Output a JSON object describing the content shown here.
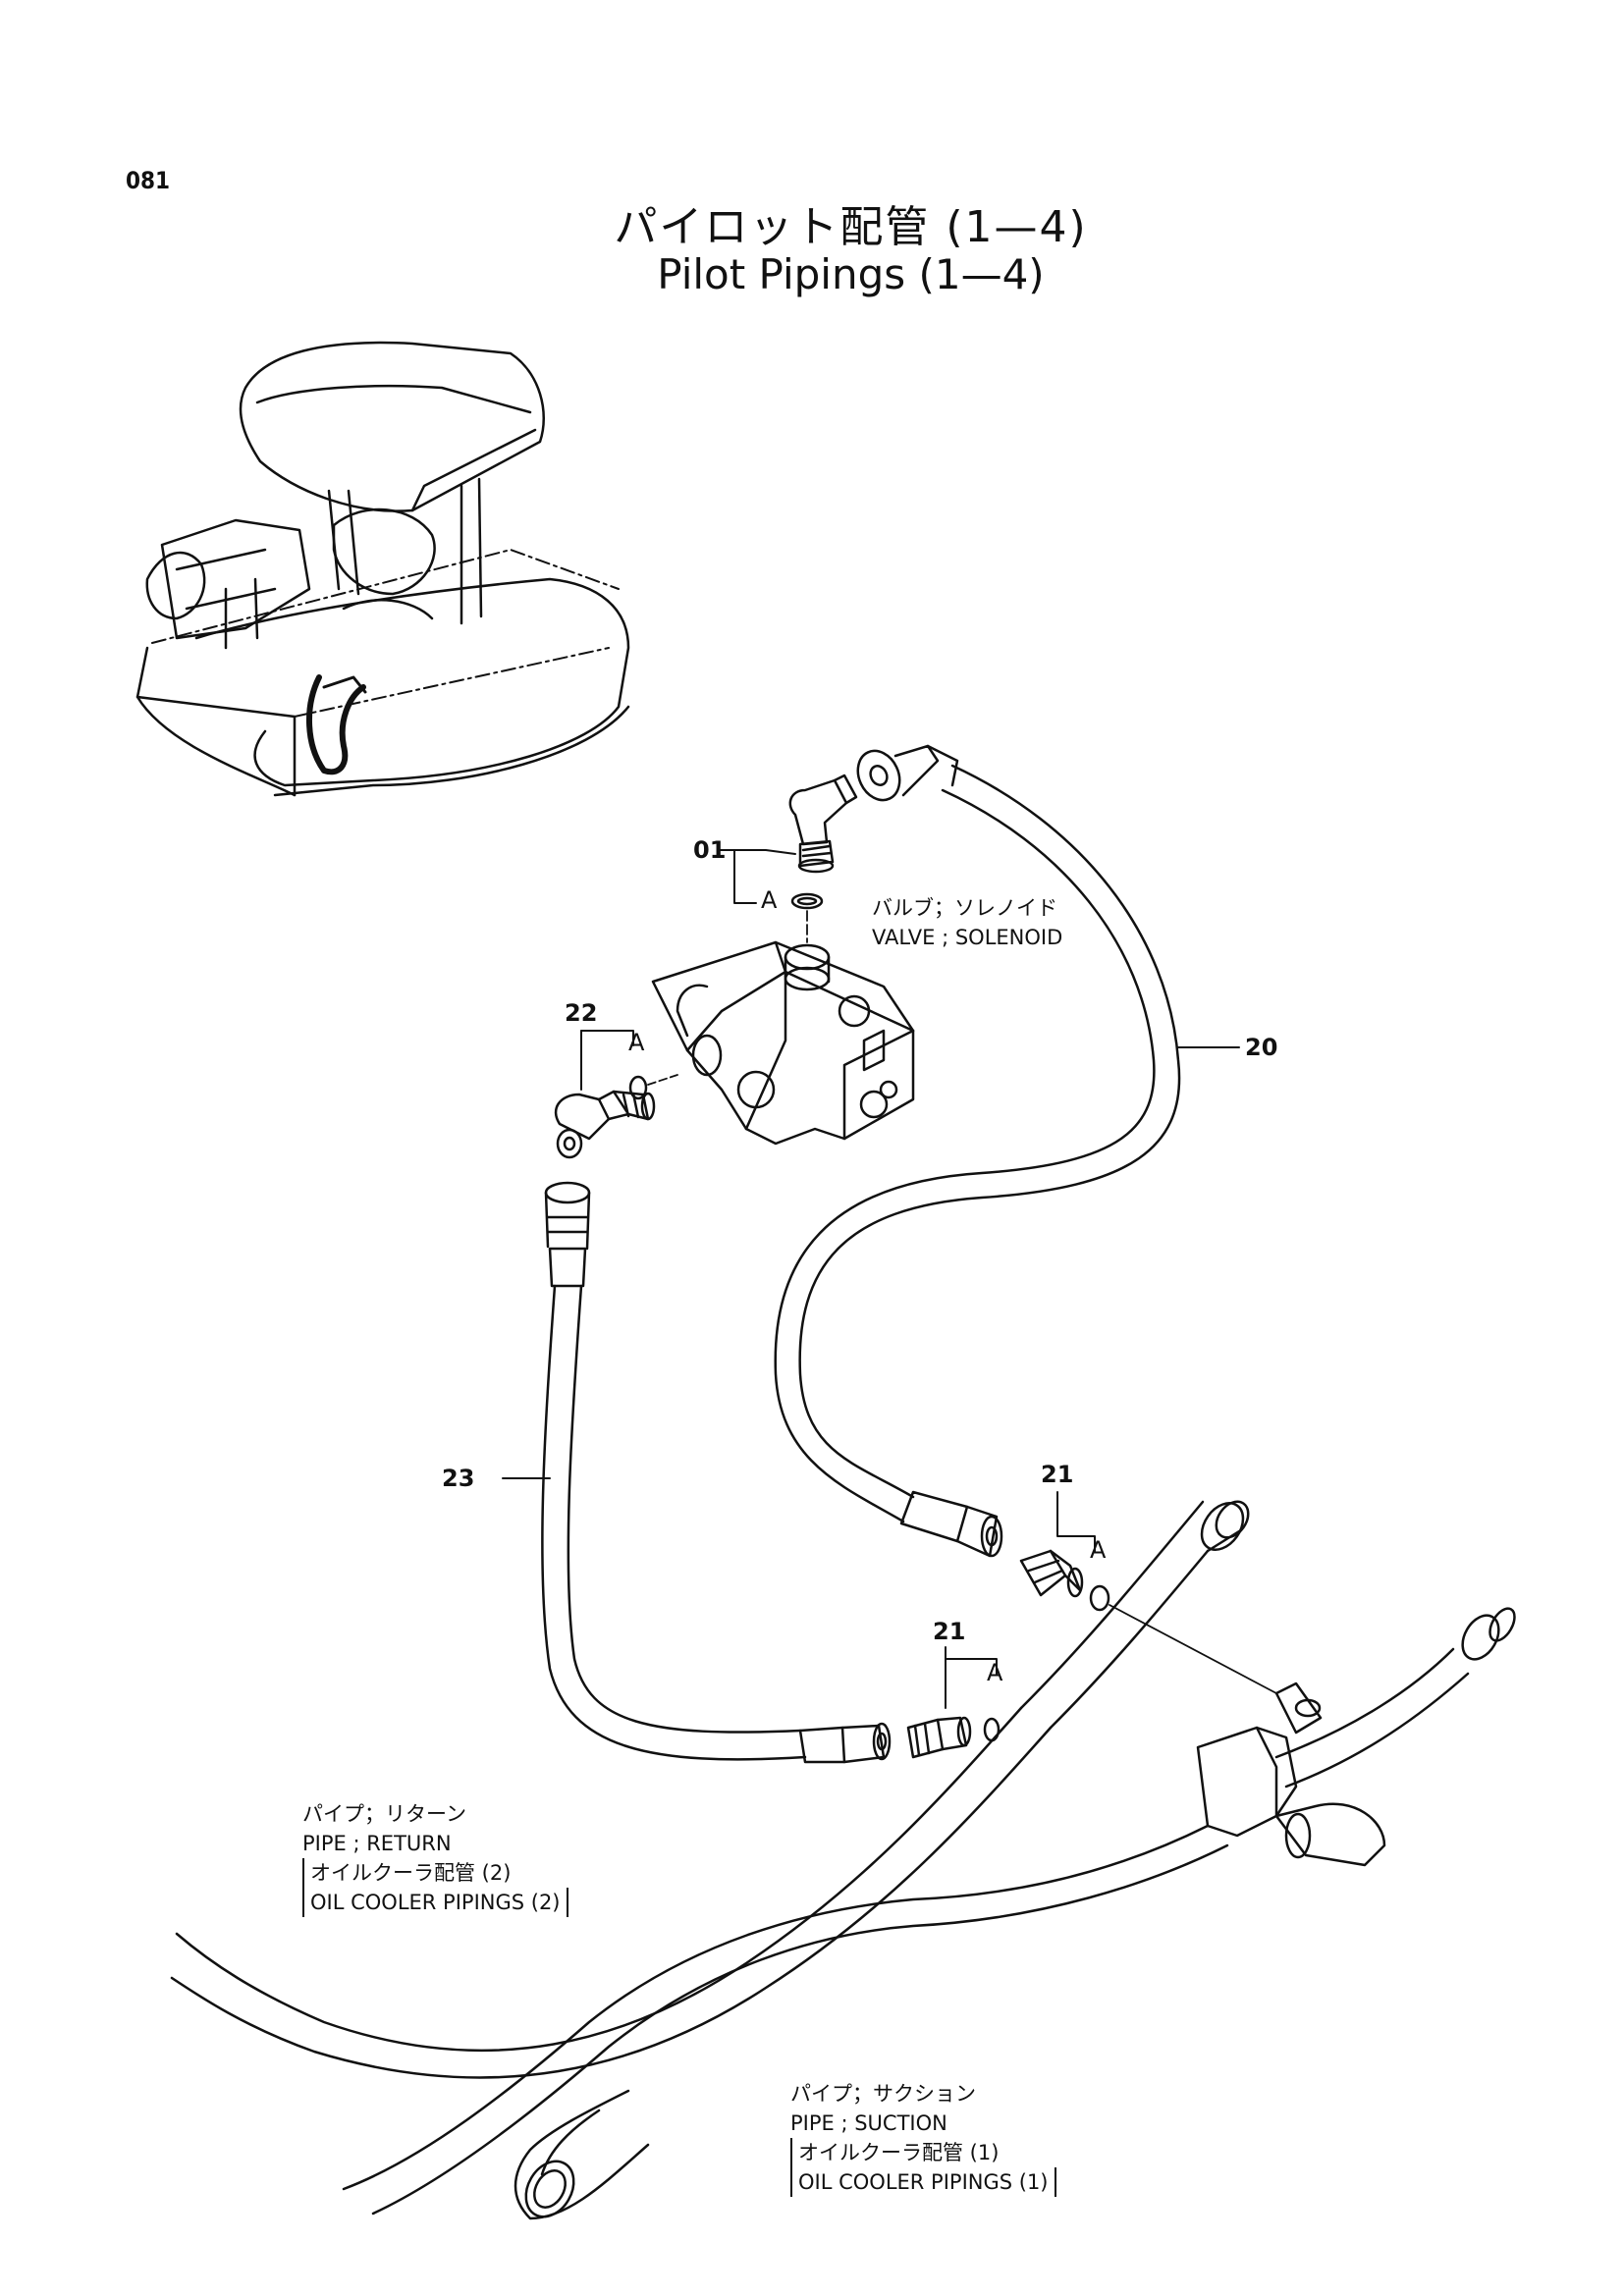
{
  "page_number": "081",
  "title_ja": "パイロット配管 (1—4)",
  "title_en": "Pilot Pipings (1—4)",
  "part_numbers": {
    "p01": "01",
    "p20": "20",
    "p21a": "21",
    "p21b": "21",
    "p22": "22",
    "p23": "23"
  },
  "seal_labels": {
    "a1": "A",
    "a2": "A",
    "a3": "A",
    "a4": "A"
  },
  "valve_label": {
    "ja": "バルブ；ソレノイド",
    "en": "VALVE ; SOLENOID"
  },
  "return_label": {
    "ja": "パイプ；リターン",
    "en": "PIPE ; RETURN",
    "ref_ja": "オイルクーラ配管 (2)",
    "ref_en": "OIL   COOLER   PIPINGS (2)"
  },
  "suction_label": {
    "ja": "パイプ；サクション",
    "en": "PIPE ; SUCTION",
    "ref_ja": "オイルクーラ配管 (1)",
    "ref_en": "OIL   COOLER   PIPINGS (1)"
  }
}
